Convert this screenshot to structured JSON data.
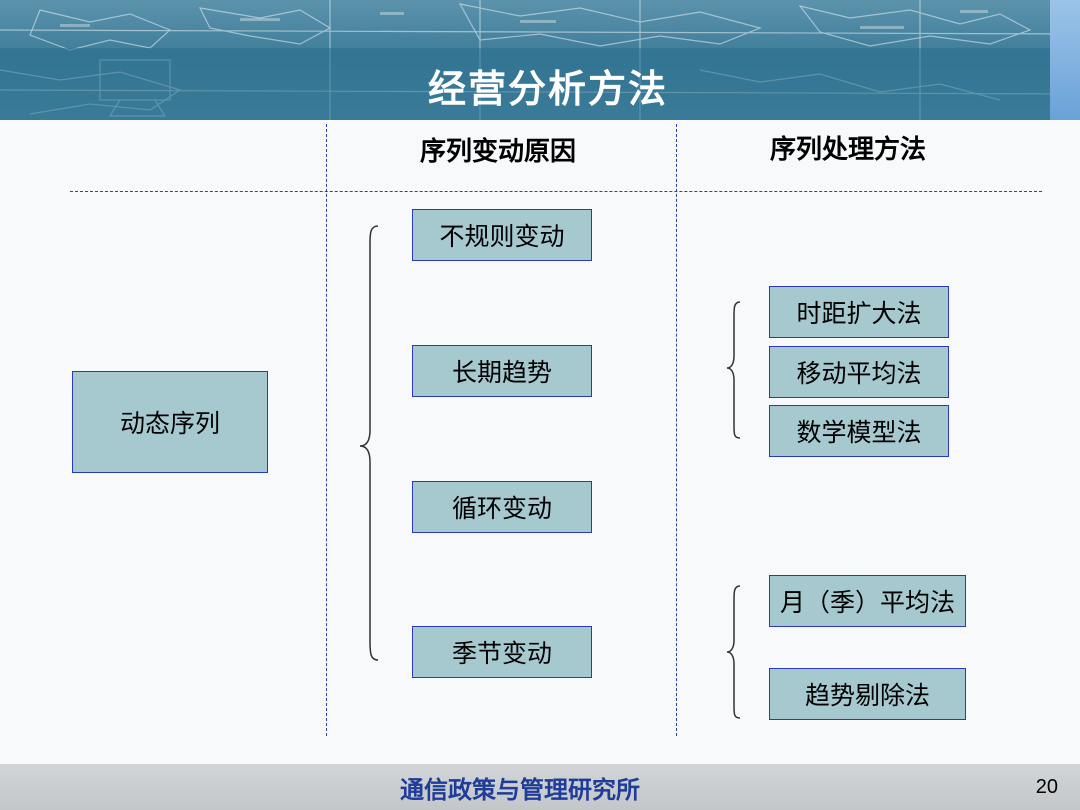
{
  "header": {
    "title": "经营分析方法"
  },
  "columns": {
    "cause_header": "序列变动原因",
    "method_header": "序列处理方法"
  },
  "root": {
    "label": "动态序列"
  },
  "causes": [
    "不规则变动",
    "长期趋势",
    "循环变动",
    "季节变动"
  ],
  "methods": {
    "trend_group": [
      "时距扩大法",
      "移动平均法",
      "数学模型法"
    ],
    "season_group": [
      "月（季）平均法",
      "趋势剔除法"
    ]
  },
  "footer": {
    "organization": "通信政策与管理研究所",
    "page_number": "20"
  },
  "colors": {
    "box_fill": "#a6c9cf",
    "box_border": "#2b39b8",
    "footer_text": "#1f3c98"
  }
}
